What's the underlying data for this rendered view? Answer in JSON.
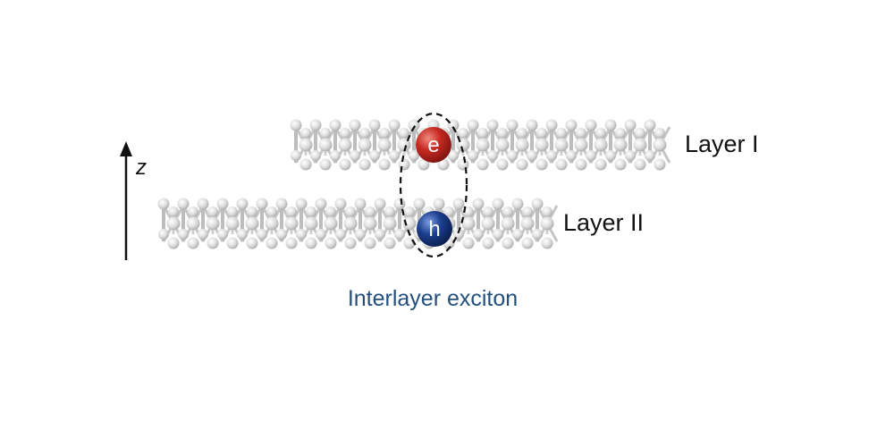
{
  "axis": {
    "label": "z"
  },
  "layers": [
    {
      "label": "Layer I"
    },
    {
      "label": "Layer II"
    }
  ],
  "particles": {
    "electron": {
      "symbol": "e",
      "color": "#c62a22"
    },
    "hole": {
      "symbol": "h",
      "color": "#1b3f8e"
    }
  },
  "caption": {
    "text": "Interlayer exciton",
    "color": "#23507e"
  }
}
